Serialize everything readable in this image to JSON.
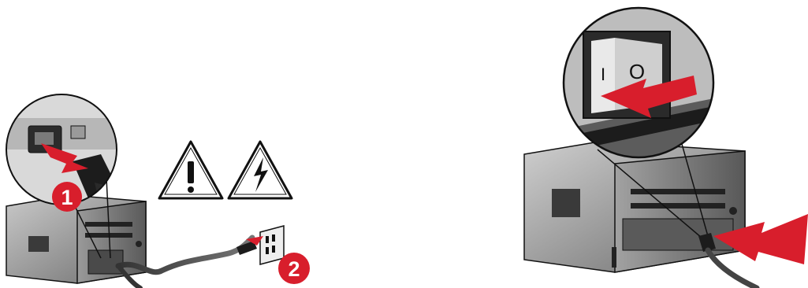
{
  "illustration": {
    "left_panel": {
      "steps": [
        {
          "label": "1",
          "color": "#d81e2c"
        },
        {
          "label": "2",
          "color": "#d81e2c"
        }
      ],
      "warning_icons": [
        "exclamation-warning-icon",
        "electrical-hazard-icon"
      ]
    },
    "right_panel": {
      "power_switch_symbols": [
        "I",
        "O"
      ]
    },
    "colors": {
      "accent_red": "#d81e2c",
      "printer_gray": "#8a8a8a",
      "printer_dark": "#3a3a3a",
      "outline": "#111111"
    }
  }
}
